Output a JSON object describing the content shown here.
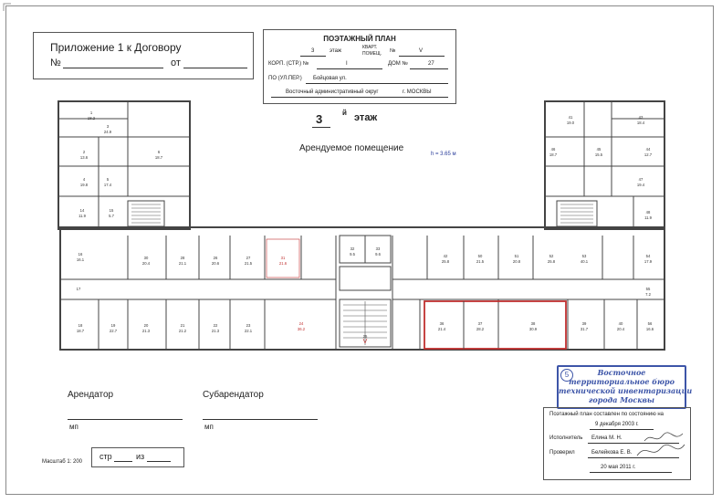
{
  "appendix": {
    "title": "Приложение 1 к Договору",
    "no_label": "№",
    "from_label": "от"
  },
  "header_box": {
    "title": "ПОЭТАЖНЫЙ ПЛАН",
    "floor_value": "3",
    "floor_label": "этаж",
    "kv_label_1": "КВАРТ.",
    "kv_label_2": "ПОМЕЩ.",
    "no_label": "№",
    "kv_value": "V",
    "korp_label": "КОРП. (СТР.) №",
    "korp_value": "I",
    "dom_label": "ДОМ №",
    "dom_value": "27",
    "street_label": "ПО (УЛ.ПЕР.)",
    "street_value": "Бойцовая ул.",
    "district_value": "Восточный административный округ",
    "city_value": "г. МОСКВЫ"
  },
  "floor_title": {
    "number": "3",
    "superscript": "й",
    "label": "этаж"
  },
  "rented_label": "Арендуемое помещение",
  "height_label": "h = 3.65 м",
  "tenant": {
    "label": "Арендатор",
    "stamp": "мп"
  },
  "subtenant": {
    "label": "Субарендатор",
    "stamp": "мп"
  },
  "scale": "Масштаб 1: 200",
  "page_box": {
    "page_label": "стр",
    "of_label": "из"
  },
  "stamp": {
    "number": "5",
    "line1": "Восточное",
    "line2": "территориальное бюро",
    "line3": "технической инвентаризации",
    "line4": "города Москвы"
  },
  "info_box": {
    "line1": "Поэтажный план составлен по состоянию на",
    "date": "9 декабря 2003 г.",
    "executor_label": "Исполнитель",
    "executor_name": "Елина М. Н.",
    "checked_label": "Проверил",
    "checked_name": "Белейкова Е. В.",
    "checked_date": "20 мая 2011 г."
  },
  "plan": {
    "rooms": [
      {
        "no": "1",
        "area": "18.2"
      },
      {
        "no": "2",
        "area": "13.6"
      },
      {
        "no": "3",
        "area": "24.9"
      },
      {
        "no": "4",
        "area": "19.8"
      },
      {
        "no": "5",
        "area": "17.4"
      },
      {
        "no": "6",
        "area": "18.7"
      },
      {
        "no": "14",
        "area": "11.9"
      },
      {
        "no": "15",
        "area": "5.7"
      },
      {
        "no": "16",
        "area": "16.1"
      },
      {
        "no": "17",
        "area": ""
      },
      {
        "no": "18",
        "area": "18.7"
      },
      {
        "no": "19",
        "area": "22.7"
      },
      {
        "no": "20",
        "area": "21.3"
      },
      {
        "no": "21",
        "area": "21.2"
      },
      {
        "no": "22",
        "area": "21.3"
      },
      {
        "no": "23",
        "area": "22.1"
      },
      {
        "no": "24",
        "area": "36.2"
      },
      {
        "no": "25",
        "area": "",
        "mark": "V"
      },
      {
        "no": "26",
        "area": "20.6"
      },
      {
        "no": "27",
        "area": "21.5"
      },
      {
        "no": "28",
        "area": "21.1"
      },
      {
        "no": "30",
        "area": "20.4"
      },
      {
        "no": "31",
        "area": "21.6"
      },
      {
        "no": "32",
        "area": "9.5"
      },
      {
        "no": "33",
        "area": "9.6"
      },
      {
        "no": "36",
        "area": "21.4"
      },
      {
        "no": "37",
        "area": "28.2"
      },
      {
        "no": "38",
        "area": "30.9"
      },
      {
        "no": "39",
        "area": "31.7"
      },
      {
        "no": "40",
        "area": "20.4"
      },
      {
        "no": "41",
        "area": "19.0"
      },
      {
        "no": "42",
        "area": "25.8"
      },
      {
        "no": "43",
        "area": "18.4"
      },
      {
        "no": "44",
        "area": "12.7"
      },
      {
        "no": "45",
        "area": "15.5"
      },
      {
        "no": "46",
        "area": "18.7"
      },
      {
        "no": "47",
        "area": "19.4"
      },
      {
        "no": "48",
        "area": "11.9"
      },
      {
        "no": "50",
        "area": "21.5"
      },
      {
        "no": "51",
        "area": "20.8"
      },
      {
        "no": "52",
        "area": "25.8"
      },
      {
        "no": "53",
        "area": "40.1"
      },
      {
        "no": "54",
        "area": "17.9"
      },
      {
        "no": "55",
        "area": "7.2"
      },
      {
        "no": "56",
        "area": "16.6"
      }
    ]
  }
}
